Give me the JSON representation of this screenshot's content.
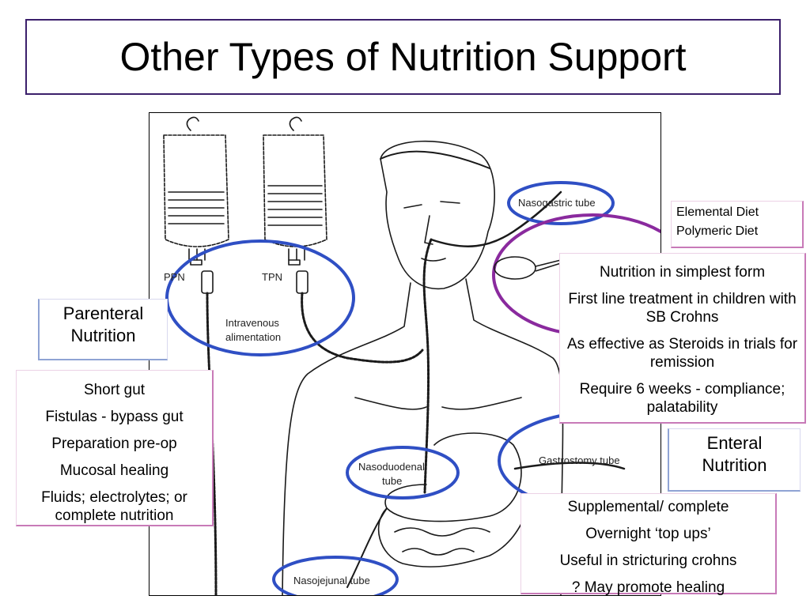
{
  "title": "Other Types of Nutrition Support",
  "illustration": {
    "labels": {
      "ppn": "PPN",
      "tpn": "TPN",
      "iv_line1": "Intravenous",
      "iv_line2": "alimentation",
      "ng_tube": "Nasogastric tube",
      "nd_tube_line1": "Nasoduodenal",
      "nd_tube_line2": "tube",
      "gastrostomy": "Gastrostomy tube",
      "nj_tube": "Nasojejunal tube"
    },
    "colors": {
      "blue_circle": "#2f4fc4",
      "purple_circle": "#8a2a9e",
      "sketch": "#1a1a1a"
    }
  },
  "parenteral": {
    "heading_line1": "Parenteral",
    "heading_line2": "Nutrition",
    "indications": [
      "Short gut",
      "Fistulas - bypass gut",
      "Preparation pre-op",
      "Mucosal healing",
      "Fluids; electrolytes; or complete nutrition"
    ]
  },
  "diet_types": {
    "line1": "Elemental Diet",
    "line2": "Polymeric Diet"
  },
  "diet_info": [
    "Nutrition in simplest form",
    "First line treatment in children with SB Crohns",
    "As effective as Steroids in trials for remission",
    "Require 6 weeks - compliance; palatability"
  ],
  "enteral": {
    "heading_line1": "Enteral",
    "heading_line2": "Nutrition",
    "points": [
      "Supplemental/ complete",
      "Overnight ‘top ups’",
      "Useful in stricturing crohns",
      "? May promote healing"
    ]
  }
}
